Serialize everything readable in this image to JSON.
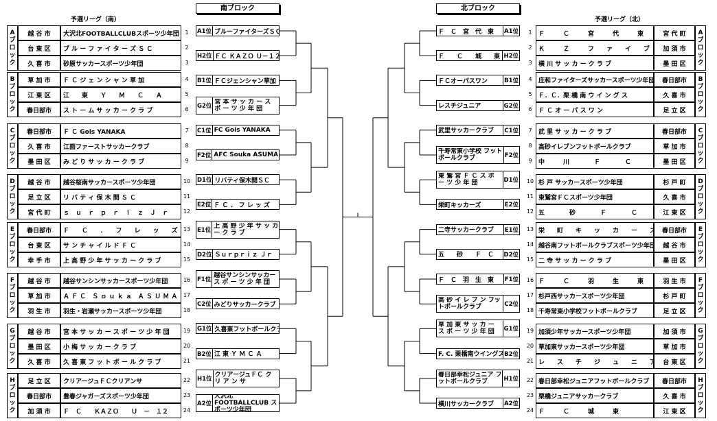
{
  "headers": {
    "south_league": "予選リーグ（南）",
    "north_league": "予選リーグ（北）",
    "south_block": "南ブロック",
    "north_block": "北ブロック"
  },
  "south_groups": [
    {
      "label": [
        "A",
        "ブ",
        "ロ",
        "ッ",
        "ク"
      ],
      "rows": [
        {
          "city": "越 谷 市",
          "team": "大沢北FOOTBALLCLUBスポーツ少年団",
          "num": "1"
        },
        {
          "city": "台 東 区",
          "team": "ブ ル ー フ ァ イ タ ー ズ Ｓ Ｃ",
          "num": "2"
        },
        {
          "city": "久 喜 市",
          "team": "砂原サッカースポーツ少年団",
          "num": "3"
        }
      ]
    },
    {
      "label": [
        "B",
        "ブ",
        "ロ",
        "ッ",
        "ク"
      ],
      "rows": [
        {
          "city": "草 加 市",
          "team": "Ｆ Ｃ ジ ェ ン シ ャ ン 草 加",
          "num": "4"
        },
        {
          "city": "江 東 区",
          "team": "江　　東　　Ｙ　　Ｍ　　Ｃ　　Ａ",
          "num": "5"
        },
        {
          "city": "春日部市",
          "team": "ス ト ー ム サ ッ カ ー ク ラ ブ",
          "num": "6"
        }
      ]
    },
    {
      "label": [
        "C",
        "ブ",
        "ロ",
        "ッ",
        "ク"
      ],
      "rows": [
        {
          "city": "春日部市",
          "team": "Ｆ Ｃ  Gois  YANAKA",
          "num": "7"
        },
        {
          "city": "久 喜 市",
          "team": "江面ファーストサッカークラブ",
          "num": "8"
        },
        {
          "city": "墨 田 区",
          "team": "み ど り サ ッ カ ー ク ラ ブ",
          "num": "9"
        }
      ]
    },
    {
      "label": [
        "D",
        "ブ",
        "ロ",
        "ッ",
        "ク"
      ],
      "rows": [
        {
          "city": "越 谷 市",
          "team": "越谷桜南サッカースポーツ少年団",
          "num": "10"
        },
        {
          "city": "足 立 区",
          "team": "リ バ テ ィ 保 木 間 Ｓ Ｃ",
          "num": "11"
        },
        {
          "city": "宮 代 町",
          "team": "ｓ　ｕ　ｒ　ｐ　ｒ　ｉ　ｚ　Ｊ　ｒ",
          "num": "12"
        }
      ]
    },
    {
      "label": [
        "E",
        "ブ",
        "ロ",
        "ッ",
        "ク"
      ],
      "rows": [
        {
          "city": "春日部市",
          "team": "Ｆ　　Ｃ　　．　　フ　　レ　　ッ　　ズ",
          "num": "13"
        },
        {
          "city": "台 東 区",
          "team": "サ ン チ ャ イ ル ド Ｆ Ｃ",
          "num": "14"
        },
        {
          "city": "幸 手 市",
          "team": "上 高 野 少 年 サ ッ カ ー ク ラ ブ",
          "num": "15"
        }
      ]
    },
    {
      "label": [
        "F",
        "ブ",
        "ロ",
        "ッ",
        "ク"
      ],
      "rows": [
        {
          "city": "越 谷 市",
          "team": "越谷サンシンサッカースポーツ少年団",
          "num": "16"
        },
        {
          "city": "草 加 市",
          "team": "Ａ Ｆ Ｃ　Ｓ ｏ ｕ ｋ ａ　Ａ Ｓ Ｕ Ｍ Ａ",
          "num": "17"
        },
        {
          "city": "羽 生 市",
          "team": "羽生・岩瀬サッカースポーツ少年団",
          "num": "18"
        }
      ]
    },
    {
      "label": [
        "G",
        "ブ",
        "ロ",
        "ッ",
        "ク"
      ],
      "rows": [
        {
          "city": "越 谷 市",
          "team": "宮 本 サ ッ カ ー ス ポ ー ツ 少 年 団",
          "num": "19"
        },
        {
          "city": "墨 田 区",
          "team": "小 梅 サ ッ カ ー ク ラ ブ",
          "num": "20"
        },
        {
          "city": "久 喜 市",
          "team": "久 喜 東 フ ッ ト ボ ー ル ク ラ ブ",
          "num": "21"
        }
      ]
    },
    {
      "label": [
        "H",
        "ブ",
        "ロ",
        "ッ",
        "ク"
      ],
      "rows": [
        {
          "city": "足 立 区",
          "team": "クリアージュＦＣクリアンサ",
          "num": "22"
        },
        {
          "city": "春日部市",
          "team": "豊春ジャガーズスポーツ少年団",
          "num": "23"
        },
        {
          "city": "加 須 市",
          "team": "Ｆ　Ｃ　　ＫＡＺＯ　　Ｕ　－　１２",
          "num": "24"
        }
      ]
    }
  ],
  "north_groups": [
    {
      "label": [
        "A",
        "ブ",
        "ロ",
        "ッ",
        "ク"
      ],
      "rows": [
        {
          "num": "1",
          "team": "Ｆ　　　Ｃ　　　宮　　　代　　　東",
          "city": "宮 代 町"
        },
        {
          "num": "2",
          "team": "Ｋ　　　Ｚ　　　フ　　ァ　　イ　　ブ",
          "city": "加 須 市"
        },
        {
          "num": "3",
          "team": "横 川 サ ッ カ ー ク ラ ブ",
          "city": "墨 田 区"
        }
      ]
    },
    {
      "label": [
        "B",
        "ブ",
        "ロ",
        "ッ",
        "ク"
      ],
      "rows": [
        {
          "num": "4",
          "team": "庄和ファイターズサッカースポーツ少年団",
          "city": "春日部市"
        },
        {
          "num": "5",
          "team": "Ｆ．Ｃ．栗 橋 南 ウ イ ン グ ス",
          "city": "久 喜 市"
        },
        {
          "num": "6",
          "team": "Ｆ Ｃ オ ー パ ス ワ ン",
          "city": "足 立 区"
        }
      ]
    },
    {
      "label": [
        "C",
        "ブ",
        "ロ",
        "ッ",
        "ク"
      ],
      "rows": [
        {
          "num": "7",
          "team": "武 里 サ ッ カ ー ク ラ ブ",
          "city": "春日部市"
        },
        {
          "num": "8",
          "team": "高砂イレブンフットボールクラブ",
          "city": "草 加 市"
        },
        {
          "num": "9",
          "team": "中　　　川　　　　Ｆ　　　　Ｃ",
          "city": "墨 田 区"
        }
      ]
    },
    {
      "label": [
        "D",
        "ブ",
        "ロ",
        "ッ",
        "ク"
      ],
      "rows": [
        {
          "num": "10",
          "team": "杉 戸 サッカースポーツ少年団",
          "city": "杉 戸 町"
        },
        {
          "num": "11",
          "team": "東鷲宮ＦＣスポーツ少年団",
          "city": "久 喜 市"
        },
        {
          "num": "12",
          "team": "五　　　　砂　　　　Ｆ　　　　Ｃ",
          "city": "江 東 区"
        }
      ]
    },
    {
      "label": [
        "E",
        "ブ",
        "ロ",
        "ッ",
        "ク"
      ],
      "rows": [
        {
          "num": "13",
          "team": "栄　　町　　キ　　ッ　　カ　　ー　　ズ",
          "city": "春日部市"
        },
        {
          "num": "14",
          "team": "越谷南フットボールクラブスポーツ少年団",
          "city": "越 谷 市"
        },
        {
          "num": "15",
          "team": "二 寺 サ ッ カ ー ク ラ ブ",
          "city": "墨 田 区"
        }
      ]
    },
    {
      "label": [
        "F",
        "ブ",
        "ロ",
        "ッ",
        "ク"
      ],
      "rows": [
        {
          "num": "16",
          "team": "Ｆ　　　Ｃ　　　羽　　　生　　　東",
          "city": "羽 生 市"
        },
        {
          "num": "17",
          "team": "杉戸西サッカースポーツ少年団",
          "city": "杉 戸 町"
        },
        {
          "num": "18",
          "team": "千寿常東小学校フットボールクラブ",
          "city": "足 立 区"
        }
      ]
    },
    {
      "label": [
        "G",
        "ブ",
        "ロ",
        "ッ",
        "ク"
      ],
      "rows": [
        {
          "num": "19",
          "team": "加須少年サッカースポーツ少年団",
          "city": "加 須 市"
        },
        {
          "num": "20",
          "team": "草加東サッカースポーツ少年団",
          "city": "草 加 市"
        },
        {
          "num": "21",
          "team": "レ　　ス　　チ　　ジ　　ュ　　ニ　　ア",
          "city": "台 東 区"
        }
      ]
    },
    {
      "label": [
        "H",
        "ブ",
        "ロ",
        "ッ",
        "ク"
      ],
      "rows": [
        {
          "num": "22",
          "team": "春日部幸松ジュニアフットボールクラブ",
          "city": "春日部市"
        },
        {
          "num": "23",
          "team": "栗橋ジュニアサッカークラブ",
          "city": "久 喜 市"
        },
        {
          "num": "24",
          "team": "Ｆ　　　Ｃ　　　城　　　東",
          "city": "江 東 区"
        }
      ]
    }
  ],
  "south_slots": [
    {
      "rank": "A1位",
      "name": "ブルーファイターズＳＣ"
    },
    {
      "rank": "H2位",
      "name": "ＦＣ ＫＡＺＯ Ｕ－１２"
    },
    {
      "rank": "B1位",
      "name": "ＦＣジェンシャン草加"
    },
    {
      "rank": "G2位",
      "name": "宮 本 サ ッ カ ー ス ポ ー ツ 少 年 団"
    },
    {
      "rank": "C1位",
      "name": "FC Gois YANAKA"
    },
    {
      "rank": "F2位",
      "name": "AFC Souka ASUMA"
    },
    {
      "rank": "D1位",
      "name": "リバティ保木間ＳＣ"
    },
    {
      "rank": "E2位",
      "name": "Ｆ Ｃ ． フ レ ッ ズ"
    },
    {
      "rank": "E1位",
      "name": "上 高 野 少 年 サ ッ カ ー ク ラ ブ"
    },
    {
      "rank": "D2位",
      "name": "Ｓｕｒｐｒｉｚ Ｊｒ"
    },
    {
      "rank": "F1位",
      "name": "越谷サンシンサッカー ス ポ ー ツ 少 年 団"
    },
    {
      "rank": "C2位",
      "name": "みどりサッカークラブ"
    },
    {
      "rank": "G1位",
      "name": "久喜東フットボールクラブ"
    },
    {
      "rank": "B2位",
      "name": "江 東 Ｙ Ｍ Ｃ Ａ"
    },
    {
      "rank": "H1位",
      "name": "クリアージュＦＣ ク リ ア ン サ"
    },
    {
      "rank": "A2位",
      "name": "大沢北FOOTBALLCLUB スポーツ少年団"
    }
  ],
  "north_slots": [
    {
      "rank": "A1位",
      "name": "Ｆ　Ｃ　宮　代　東"
    },
    {
      "rank": "H2位",
      "name": "Ｆ　　Ｃ　　城　　東"
    },
    {
      "rank": "B1位",
      "name": "ＦＣオーパスワン"
    },
    {
      "rank": "G2位",
      "name": "レスチジュニア"
    },
    {
      "rank": "C1位",
      "name": "武里サッカークラブ"
    },
    {
      "rank": "F2位",
      "name": "千寿常東小学校 フットボールクラブ"
    },
    {
      "rank": "D1位",
      "name": "東 鷲 宮 Ｆ Ｃ ス ポ ー ツ 少 年 団"
    },
    {
      "rank": "E2位",
      "name": "栄町キッカーズ"
    },
    {
      "rank": "E1位",
      "name": "二寺サッカークラブ"
    },
    {
      "rank": "D2位",
      "name": "五　　砂　　Ｆ　Ｃ"
    },
    {
      "rank": "F1位",
      "name": "Ｆ　Ｃ　羽　生　東"
    },
    {
      "rank": "C2位",
      "name": "高 砂 イ レ ブ ン フットボールクラブ"
    },
    {
      "rank": "G1位",
      "name": "草 加 東 サ ッ カ ー ス ポ ー ツ 少 年 団"
    },
    {
      "rank": "B2位",
      "name": "F. C. 栗橋南ウイングス"
    },
    {
      "rank": "H1位",
      "name": "春日部幸松ジュニア フットボールクラブ"
    },
    {
      "rank": "A2位",
      "name": "横川サッカークラブ"
    }
  ]
}
